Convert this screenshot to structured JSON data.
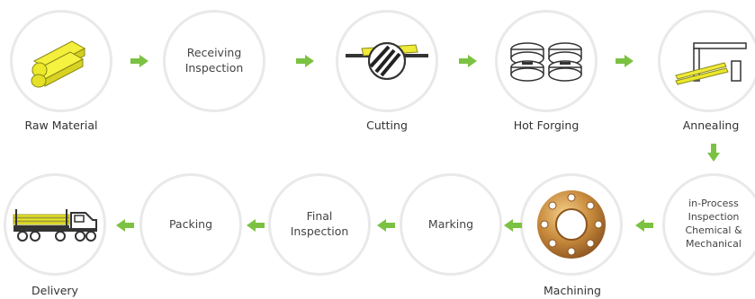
{
  "colors": {
    "arrow": "#7cc242",
    "ring": "#e9e9e9",
    "yellow": "#ece82a",
    "bronze": "#c88a3c"
  },
  "steps": [
    {
      "id": "raw-material",
      "label": "Raw Material",
      "inner": "",
      "icon": "yellow-bars-icon"
    },
    {
      "id": "receiving-inspection",
      "label": "",
      "inner": "Receiving\nInspection",
      "icon": ""
    },
    {
      "id": "cutting",
      "label": "Cutting",
      "inner": "",
      "icon": "saw-cutting-icon"
    },
    {
      "id": "hot-forging",
      "label": "Hot Forging",
      "inner": "",
      "icon": "forging-dies-icon"
    },
    {
      "id": "annealing",
      "label": "Annealing",
      "inner": "",
      "icon": "furnace-icon"
    },
    {
      "id": "in-process-inspection",
      "label": "",
      "inner": "in-Process\nInspection\nChemical &\nMechanical",
      "icon": ""
    },
    {
      "id": "machining",
      "label": "Machining",
      "inner": "",
      "icon": "bronze-flange-icon"
    },
    {
      "id": "marking",
      "label": "",
      "inner": "Marking",
      "icon": ""
    },
    {
      "id": "final-inspection",
      "label": "",
      "inner": "Final\nInspection",
      "icon": ""
    },
    {
      "id": "packing",
      "label": "",
      "inner": "Packing",
      "icon": ""
    },
    {
      "id": "delivery",
      "label": "Delivery",
      "inner": "",
      "icon": "truck-icon"
    }
  ]
}
